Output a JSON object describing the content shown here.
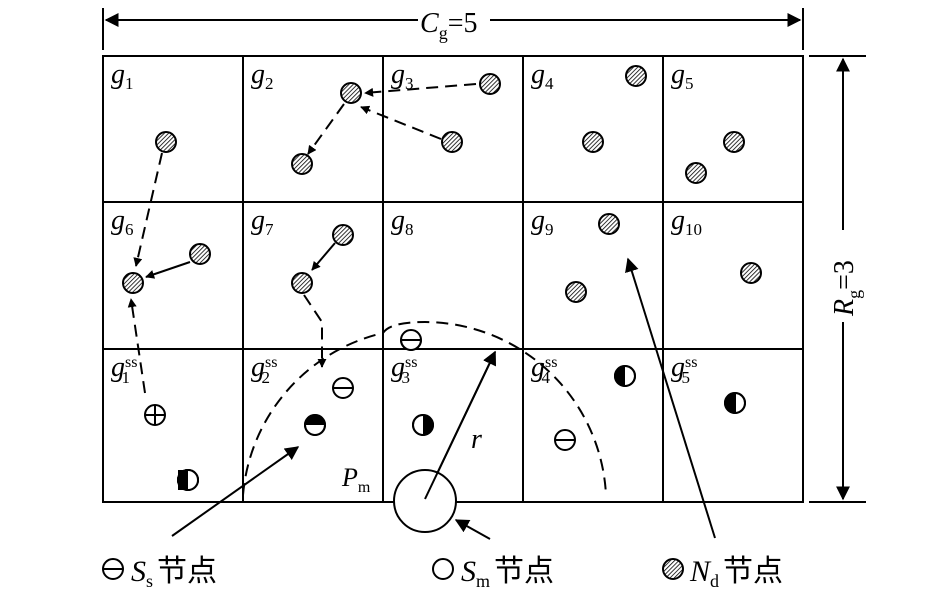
{
  "top_dimension": {
    "symbol": "C",
    "subscript": "g",
    "value": "=5"
  },
  "right_dimension": {
    "symbol": "R",
    "subscript": "g",
    "value": "=3"
  },
  "cells": [
    {
      "base": "g",
      "index": "1"
    },
    {
      "base": "g",
      "index": "2"
    },
    {
      "base": "g",
      "index": "3"
    },
    {
      "base": "g",
      "index": "4"
    },
    {
      "base": "g",
      "index": "5"
    },
    {
      "base": "g",
      "index": "6"
    },
    {
      "base": "g",
      "index": "7"
    },
    {
      "base": "g",
      "index": "8"
    },
    {
      "base": "g",
      "index": "9"
    },
    {
      "base": "g",
      "index": "10"
    },
    {
      "base": "g",
      "index": "1",
      "sup": "ss"
    },
    {
      "base": "g",
      "index": "2",
      "sup": "ss"
    },
    {
      "base": "g",
      "index": "3",
      "sup": "ss"
    },
    {
      "base": "g",
      "index": "4",
      "sup": "ss"
    },
    {
      "base": "g",
      "index": "5",
      "sup": "ss"
    }
  ],
  "region_label": {
    "symbol": "P",
    "subscript": "m"
  },
  "radius_label": "r",
  "legend": [
    {
      "symbol": "S",
      "subscript": "s",
      "text": "节点",
      "icon": "ss-node-icon"
    },
    {
      "symbol": "S",
      "subscript": "m",
      "text": "节点",
      "icon": "sm-node-icon"
    },
    {
      "symbol": "N",
      "subscript": "d",
      "text": "节点",
      "icon": "nd-node-icon"
    }
  ]
}
